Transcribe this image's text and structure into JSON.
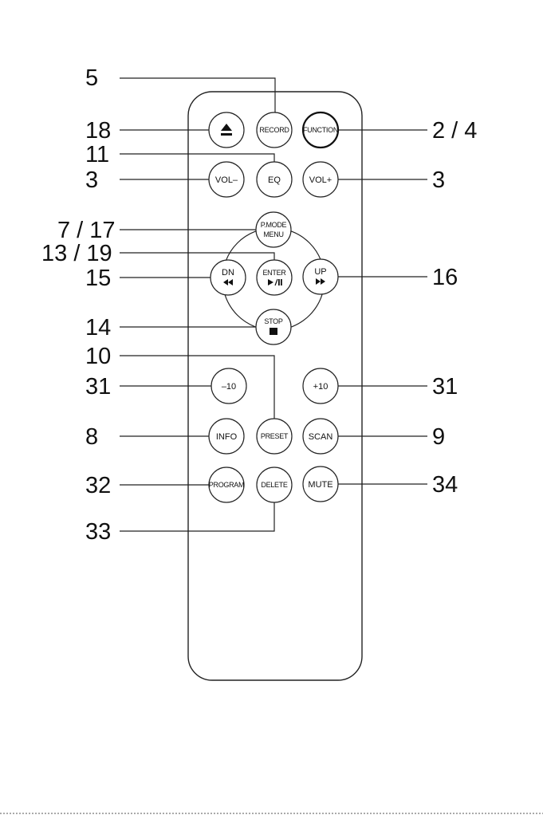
{
  "buttons": {
    "eject": {
      "label": "",
      "icon": "eject-icon"
    },
    "record": {
      "label": "RECORD"
    },
    "function": {
      "label": "FUNCTION"
    },
    "eq": {
      "label": "EQ"
    },
    "vol_minus": {
      "label": "VOL–"
    },
    "vol_plus": {
      "label": "VOL+"
    },
    "pmode": {
      "label_top": "P.MODE",
      "label_bottom": "MENU"
    },
    "dn": {
      "label": "DN",
      "icon": "rewind-icon"
    },
    "enter": {
      "label": "ENTER",
      "icon": "play-pause-icon"
    },
    "up": {
      "label": "UP",
      "icon": "fast-forward-icon"
    },
    "stop": {
      "label": "STOP",
      "icon": "stop-square-icon"
    },
    "minus10": {
      "label": "–10"
    },
    "plus10": {
      "label": "+10"
    },
    "info": {
      "label": "INFO"
    },
    "preset": {
      "label": "PRESET"
    },
    "scan": {
      "label": "SCAN"
    },
    "program": {
      "label": "PROGRAM"
    },
    "delete": {
      "label": "DELETE"
    },
    "mute": {
      "label": "MUTE"
    }
  },
  "callouts": {
    "c5": "5",
    "c18": "18",
    "c11": "11",
    "c3_left": "3",
    "c7_17": "7 / 17",
    "c13_19": "13 / 19",
    "c15": "15",
    "c14": "14",
    "c10": "10",
    "c31_left": "31",
    "c8": "8",
    "c32": "32",
    "c33": "33",
    "c2_4": "2 / 4",
    "c3_right": "3",
    "c16": "16",
    "c31_right": "31",
    "c9": "9",
    "c34": "34"
  }
}
